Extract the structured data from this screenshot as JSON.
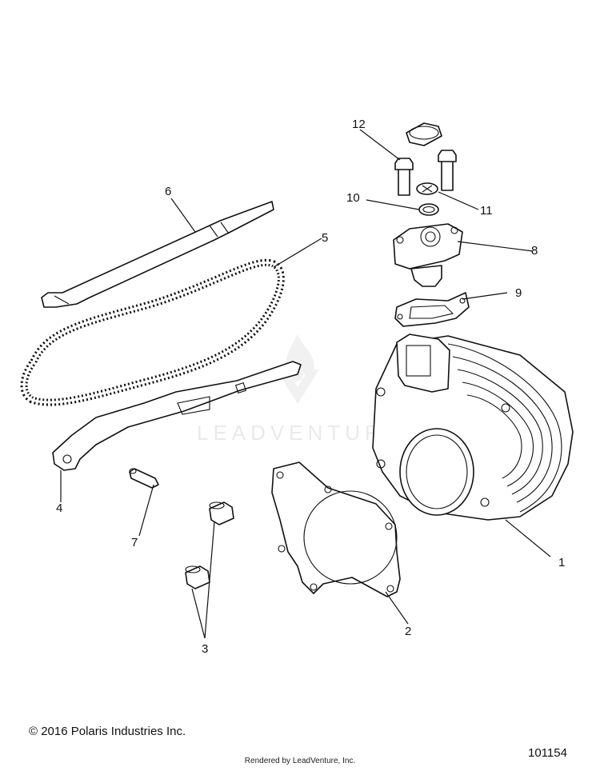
{
  "callouts": {
    "c1": "1",
    "c2": "2",
    "c3": "3",
    "c4": "4",
    "c5": "5",
    "c6": "6",
    "c7": "7",
    "c8": "8",
    "c9": "9",
    "c10": "10",
    "c11": "11",
    "c12": "12"
  },
  "watermark": {
    "text": "LEADVENTURE"
  },
  "footer": {
    "copyright": "© 2016 Polaris Industries Inc.",
    "drawing_number": "101154",
    "rendered_by": "Rendered by LeadVenture, Inc."
  }
}
